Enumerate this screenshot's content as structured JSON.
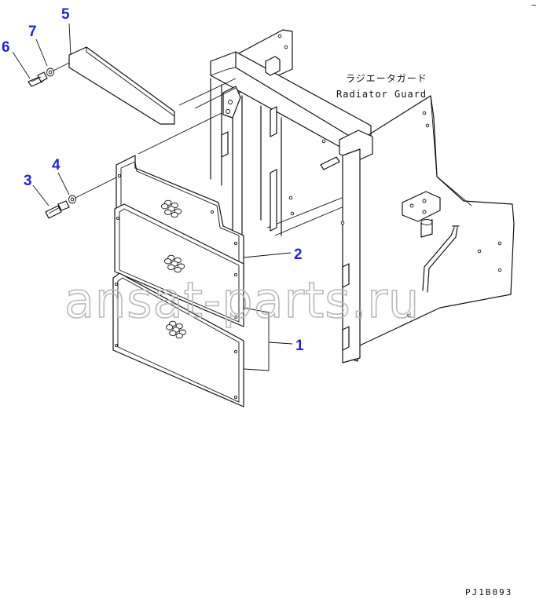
{
  "assembly": {
    "name_jp": "ラジエータガード",
    "name_en": "Radiator Guard"
  },
  "callouts": {
    "c1": "1",
    "c2": "2",
    "c3": "3",
    "c4": "4",
    "c5": "5",
    "c6": "6",
    "c7": "7"
  },
  "drawing_code": "PJ1B093",
  "corner_mark": "~",
  "watermark": "ansat-parts.ru"
}
